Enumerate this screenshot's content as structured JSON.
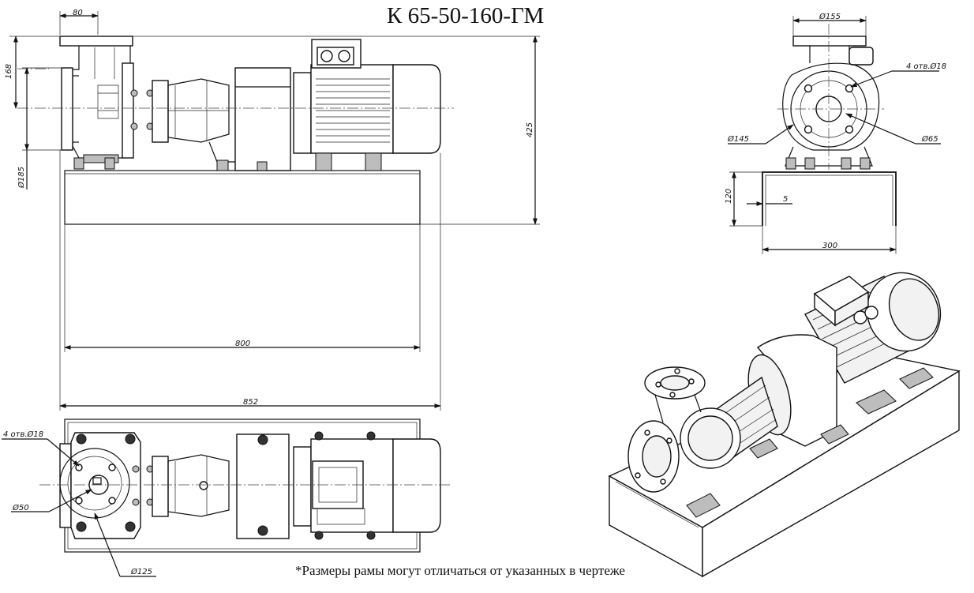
{
  "drawing": {
    "title": "К 65-50-160-ГМ",
    "note": "*Размеры рамы могут отличаться от указанных в чертеже"
  },
  "dimensions": {
    "front_view": {
      "flange_width": "80",
      "outlet_height": "168",
      "inlet_diameter": "Ø185",
      "total_height": "425",
      "frame_length": "800",
      "total_length": "852"
    },
    "side_view": {
      "flange_diameter": "Ø155",
      "bolt_holes": "4 отв.Ø18",
      "bolt_circle": "Ø145",
      "bore_diameter": "Ø65",
      "frame_height": "120",
      "sheet_thickness": "5",
      "frame_width": "300"
    },
    "top_view": {
      "bolt_holes": "4 отв.Ø18",
      "bore_diameter": "Ø50",
      "bolt_circle": "Ø125"
    }
  }
}
